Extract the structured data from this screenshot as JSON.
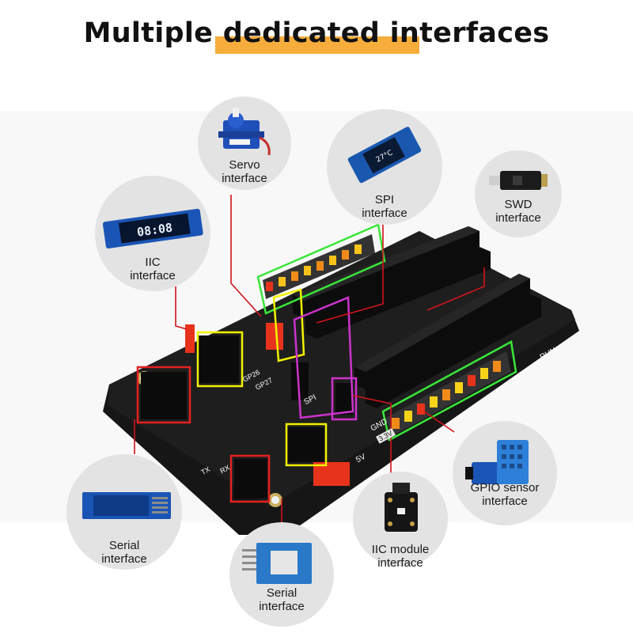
{
  "title": "Multiple dedicated interfaces",
  "colors": {
    "accent_bar": "#f6ad3c",
    "board": "#161616",
    "callout_line": "#d0141c",
    "highlight_yellow": "#f2f200",
    "highlight_green": "#39e639",
    "highlight_magenta": "#cc33cc",
    "highlight_red": "#e52121",
    "bubble": "#e3e3e3"
  },
  "interfaces": [
    {
      "id": "servo",
      "line1": "Servo",
      "line2": "interface",
      "icon": "servo-motor-icon"
    },
    {
      "id": "spi",
      "line1": "SPI",
      "line2": "interface",
      "icon": "spi-display-icon",
      "display_text": "27°C"
    },
    {
      "id": "swd",
      "line1": "SWD",
      "line2": "interface",
      "icon": "swd-debugger-icon"
    },
    {
      "id": "iic",
      "line1": "IIC",
      "line2": "interface",
      "icon": "oled-display-icon",
      "display_text": "08:08"
    },
    {
      "id": "gpio",
      "line1": "GPIO sensor",
      "line2": "interface",
      "icon": "dht11-sensor-icon"
    },
    {
      "id": "iic_module",
      "line1": "IIC module",
      "line2": "interface",
      "icon": "iic-module-icon"
    },
    {
      "id": "serial_left",
      "line1": "Serial",
      "line2": "interface",
      "icon": "serial-module-icon"
    },
    {
      "id": "serial_bottom",
      "line1": "Serial",
      "line2": "interface",
      "icon": "bluetooth-module-icon"
    }
  ],
  "board_labels": {
    "gnd": "GND",
    "v33": "3.3V",
    "v5": "5V",
    "run": "RUN",
    "spi": "SPI",
    "rx": "RX",
    "tx": "TX",
    "gp26": "GP26",
    "gp27": "GP27"
  }
}
